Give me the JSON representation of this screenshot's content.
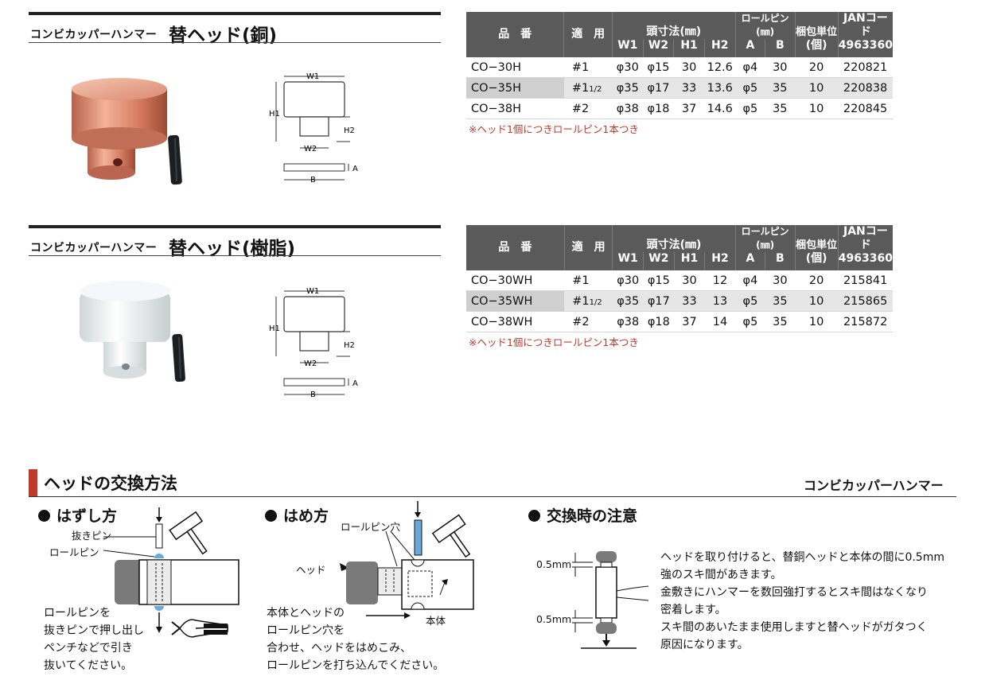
{
  "copper": {
    "brand": "コンビカッパーハンマー",
    "title": "替ヘッド(銅)",
    "headers": {
      "part_no": "品　番",
      "use": "適　用",
      "head_dim": "頭寸法(㎜)",
      "roll_pin": "ロールピン(㎜)",
      "pack": "梱包単位",
      "pack_unit": "(個)",
      "jan": "JANコード",
      "jan_prefix": "4963360",
      "w1": "W1",
      "w2": "W2",
      "h1": "H1",
      "h2": "H2",
      "a": "A",
      "b": "B"
    },
    "rows": [
      {
        "part_no": "CO−30H",
        "use": "#1",
        "w1": "φ30",
        "w2": "φ15",
        "h1": "30",
        "h2": "12.6",
        "a": "φ4",
        "b": "30",
        "pack": "20",
        "jan": "220821"
      },
      {
        "part_no": "CO−35H",
        "use": "#1",
        "use_frac": "1/2",
        "w1": "φ35",
        "w2": "φ17",
        "h1": "33",
        "h2": "13.6",
        "a": "φ5",
        "b": "35",
        "pack": "10",
        "jan": "220838"
      },
      {
        "part_no": "CO−38H",
        "use": "#2",
        "w1": "φ38",
        "w2": "φ18",
        "h1": "37",
        "h2": "14.6",
        "a": "φ5",
        "b": "35",
        "pack": "10",
        "jan": "220845"
      }
    ],
    "note": "※ヘッド1個につきロールピン1本つき",
    "diagram": {
      "w1": "W1",
      "h1": "H1",
      "h2": "H2",
      "w2": "W2",
      "a": "A",
      "b": "B"
    }
  },
  "resin": {
    "brand": "コンビカッパーハンマー",
    "title": "替ヘッド(樹脂)",
    "headers": {
      "part_no": "品　番",
      "use": "適　用",
      "head_dim": "頭寸法(㎜)",
      "roll_pin": "ロールピン(㎜)",
      "pack": "梱包単位",
      "pack_unit": "(個)",
      "jan": "JANコード",
      "jan_prefix": "4963360",
      "w1": "W1",
      "w2": "W2",
      "h1": "H1",
      "h2": "H2",
      "a": "A",
      "b": "B"
    },
    "rows": [
      {
        "part_no": "CO−30WH",
        "use": "#1",
        "w1": "φ30",
        "w2": "φ15",
        "h1": "30",
        "h2": "12",
        "a": "φ4",
        "b": "30",
        "pack": "20",
        "jan": "215841"
      },
      {
        "part_no": "CO−35WH",
        "use": "#1",
        "use_frac": "1/2",
        "w1": "φ35",
        "w2": "φ17",
        "h1": "33",
        "h2": "13",
        "a": "φ5",
        "b": "35",
        "pack": "10",
        "jan": "215865"
      },
      {
        "part_no": "CO−38WH",
        "use": "#2",
        "w1": "φ38",
        "w2": "φ18",
        "h1": "37",
        "h2": "14",
        "a": "φ5",
        "b": "35",
        "pack": "10",
        "jan": "215872"
      }
    ],
    "note": "※ヘッド1個につきロールピン1本つき",
    "diagram": {
      "w1": "W1",
      "h1": "H1",
      "h2": "H2",
      "w2": "W2",
      "a": "A",
      "b": "B"
    }
  },
  "howto": {
    "title": "ヘッドの交換方法",
    "brand": "コンビカッパーハンマー",
    "remove": {
      "heading": "はずし方",
      "label_punch": "抜きピン",
      "label_rollpin": "ロールピン",
      "text": [
        "ロールピンを",
        "抜きピンで押し出し",
        "ペンチなどで引き",
        "抜いてください。"
      ]
    },
    "fit": {
      "heading": "はめ方",
      "label_hole": "ロールピン穴",
      "label_head": "ヘッド",
      "label_body": "本体",
      "text": [
        "本体とヘッドの",
        "ロールピン穴を",
        "合わせ、ヘッドをはめこみ、",
        "ロールピンを打ち込んでください。"
      ]
    },
    "caution": {
      "heading": "交換時の注意",
      "gap_top": "0.5mm",
      "gap_bottom": "0.5mm",
      "text": [
        "ヘッドを取り付けると、替銅ヘッドと本体の間に0.5mm",
        "強のスキ間があきます。",
        "金敷きにハンマーを数回強打するとスキ間はなくなり",
        "密着します。",
        "スキ間のあいたまま使用しますと替ヘッドがガタつく",
        "原因になります。"
      ]
    }
  },
  "colors": {
    "accent": "#c0392b",
    "table_header": "#5a5a5a",
    "copper": "#d9876a",
    "resin": "#eef2f2"
  }
}
